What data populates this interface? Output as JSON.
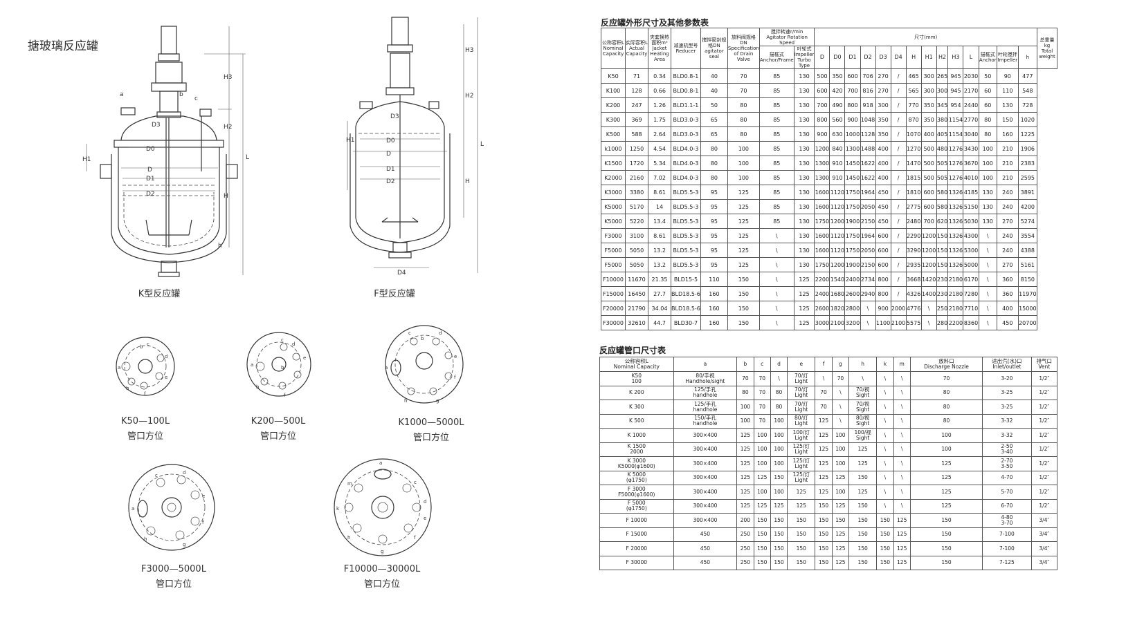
{
  "page_title": "搪玻璃反应罐",
  "drawings": {
    "k_type": {
      "caption": "K型反应罐",
      "labels": [
        "a",
        "b",
        "c",
        "D3",
        "D0",
        "D",
        "D1",
        "D2",
        "H1",
        "H2",
        "H3",
        "H",
        "L",
        "h"
      ]
    },
    "f_type": {
      "caption": "F型反应罐",
      "labels": [
        "D3",
        "D0",
        "D",
        "D1",
        "D2",
        "D4",
        "H1",
        "H2",
        "H3",
        "H",
        "L"
      ]
    }
  },
  "layouts": [
    {
      "name": "K50—100L",
      "sub": "管口方位",
      "letters": [
        "a",
        "b",
        "c",
        "d",
        "e",
        "f",
        "h"
      ]
    },
    {
      "name": "K200—500L",
      "sub": "管口方位",
      "letters": [
        "a",
        "b",
        "c",
        "d",
        "e",
        "f",
        "h"
      ]
    },
    {
      "name": "K1000—5000L",
      "sub": "管口方位",
      "letters": [
        "a",
        "b",
        "c",
        "d",
        "e",
        "f",
        "g",
        "h"
      ]
    },
    {
      "name": "F3000—5000L",
      "sub": "管口方位",
      "letters": [
        "a",
        "c",
        "d",
        "e",
        "f",
        "g",
        "h"
      ]
    },
    {
      "name": "F10000—30000L",
      "sub": "管口方位",
      "letters": [
        "m",
        "a",
        "c",
        "d",
        "e",
        "f",
        "g",
        "h",
        "k"
      ]
    }
  ],
  "table1": {
    "title": "反应罐外形尺寸及其他参数表",
    "headers": {
      "capacity": "公称容积L\nNominal Capacity",
      "actual": "实际容积L\nActual Capacity",
      "jacket": "夹套换热面积m²\nJacket Heating Area",
      "reducer": "减速机型号\nReducer",
      "seal": "搅拌密封规格DN\nagitator seal",
      "valve": "放料阀规格DN\nSpecification of Drain Valve",
      "speed": "搅拌转速r/min\nAgitator Rotation Speed",
      "anchor": "描框式\nAnchor/Frame",
      "turbine": "叶轮式\nImpeller Turbo Type",
      "dims": "尺寸(mm)",
      "weight": "总重量kg\nTotal weight",
      "dim_cols": [
        "D",
        "D0",
        "D1",
        "D2",
        "D3",
        "D4",
        "H",
        "H1",
        "H2",
        "H3",
        "L"
      ],
      "h_group": "h",
      "h_cols": [
        "描框式\nAnchor",
        "叶轮搅拌\nImpeller"
      ]
    },
    "rows": [
      [
        "K50",
        "71",
        "0.34",
        "BLD0.8-1",
        "40",
        "70",
        "85",
        "130",
        "500",
        "350",
        "600",
        "706",
        "270",
        "/",
        "465",
        "300",
        "265",
        "945",
        "2030",
        "50",
        "90",
        "477"
      ],
      [
        "K100",
        "128",
        "0.66",
        "BLD0.8-1",
        "40",
        "70",
        "85",
        "130",
        "600",
        "420",
        "700",
        "816",
        "270",
        "/",
        "565",
        "300",
        "300",
        "945",
        "2170",
        "60",
        "110",
        "548"
      ],
      [
        "K200",
        "247",
        "1.26",
        "BLD1.1-1",
        "50",
        "80",
        "85",
        "130",
        "700",
        "490",
        "800",
        "918",
        "300",
        "/",
        "770",
        "350",
        "345",
        "954",
        "2440",
        "60",
        "130",
        "728"
      ],
      [
        "K300",
        "369",
        "1.75",
        "BLD3.0-3",
        "65",
        "80",
        "85",
        "130",
        "800",
        "560",
        "900",
        "1048",
        "350",
        "/",
        "870",
        "350",
        "380",
        "1154",
        "2770",
        "80",
        "150",
        "1020"
      ],
      [
        "K500",
        "588",
        "2.64",
        "BLD3.0-3",
        "65",
        "80",
        "85",
        "130",
        "900",
        "630",
        "1000",
        "1128",
        "350",
        "/",
        "1070",
        "400",
        "405",
        "1154",
        "3040",
        "80",
        "160",
        "1225"
      ],
      [
        "k1000",
        "1250",
        "4.54",
        "BLD4.0-3",
        "80",
        "100",
        "85",
        "130",
        "1200",
        "840",
        "1300",
        "1488",
        "400",
        "/",
        "1270",
        "500",
        "480",
        "1276",
        "3430",
        "100",
        "210",
        "1906"
      ],
      [
        "K1500",
        "1720",
        "5.34",
        "BLD4.0-3",
        "80",
        "100",
        "85",
        "130",
        "1300",
        "910",
        "1450",
        "1622",
        "400",
        "/",
        "1470",
        "500",
        "505",
        "1276",
        "3670",
        "100",
        "210",
        "2383"
      ],
      [
        "K2000",
        "2160",
        "7.02",
        "BLD4.0-3",
        "80",
        "100",
        "85",
        "130",
        "1300",
        "910",
        "1450",
        "1622",
        "400",
        "/",
        "1815",
        "500",
        "505",
        "1276",
        "4010",
        "100",
        "210",
        "2595"
      ],
      [
        "K3000",
        "3380",
        "8.61",
        "BLD5.5-3",
        "95",
        "125",
        "85",
        "130",
        "1600",
        "1120",
        "1750",
        "1964",
        "450",
        "/",
        "1810",
        "600",
        "580",
        "1326",
        "4185",
        "130",
        "240",
        "3891"
      ],
      [
        "K5000",
        "5170",
        "14",
        "BLD5.5-3",
        "95",
        "125",
        "85",
        "130",
        "1600",
        "1120",
        "1750",
        "2050",
        "450",
        "/",
        "2775",
        "600",
        "580",
        "1326",
        "5150",
        "130",
        "240",
        "4200"
      ],
      [
        "K5000",
        "5220",
        "13.4",
        "BLD5.5-3",
        "95",
        "125",
        "85",
        "130",
        "1750",
        "1200",
        "1900",
        "2150",
        "450",
        "/",
        "2480",
        "700",
        "620",
        "1326",
        "5030",
        "130",
        "270",
        "5274"
      ],
      [
        "F3000",
        "3100",
        "8.61",
        "BLD5.5-3",
        "95",
        "125",
        "\\",
        "130",
        "1600",
        "1120",
        "1750",
        "1964",
        "600",
        "/",
        "2290",
        "1200",
        "150",
        "1326",
        "4300",
        "\\",
        "240",
        "3554"
      ],
      [
        "F5000",
        "5050",
        "13.2",
        "BLD5.5-3",
        "95",
        "125",
        "\\",
        "130",
        "1600",
        "1120",
        "1750",
        "2050",
        "600",
        "/",
        "3290",
        "1200",
        "150",
        "1326",
        "5300",
        "\\",
        "240",
        "4388"
      ],
      [
        "F5000",
        "5050",
        "13.2",
        "BLD5.5-3",
        "95",
        "125",
        "\\",
        "130",
        "1750",
        "1200",
        "1900",
        "2150",
        "600",
        "/",
        "2935",
        "1200",
        "150",
        "1326",
        "5000",
        "\\",
        "270",
        "5161"
      ],
      [
        "F10000",
        "11670",
        "21.35",
        "BLD15-5",
        "110",
        "150",
        "\\",
        "125",
        "2200",
        "1540",
        "2400",
        "2734",
        "800",
        "/",
        "3668",
        "1420",
        "230",
        "2180",
        "6170",
        "\\",
        "360",
        "8150"
      ],
      [
        "F15000",
        "16450",
        "27.7",
        "BLD18.5-6",
        "160",
        "150",
        "\\",
        "125",
        "2400",
        "1680",
        "2600",
        "2940",
        "800",
        "/",
        "4326",
        "1400",
        "230",
        "2180",
        "7280",
        "\\",
        "360",
        "11970"
      ],
      [
        "F20000",
        "21790",
        "34.04",
        "BLD18.5-6",
        "160",
        "150",
        "\\",
        "125",
        "2600",
        "1820",
        "2800",
        "\\",
        "900",
        "2000",
        "4776",
        "\\",
        "250",
        "2180",
        "7710",
        "\\",
        "400",
        "15000"
      ],
      [
        "F30000",
        "32610",
        "44.7",
        "BLD30-7",
        "160",
        "150",
        "\\",
        "125",
        "3000",
        "2100",
        "3200",
        "\\",
        "1100",
        "2100",
        "5575",
        "\\",
        "280",
        "2200",
        "8360",
        "\\",
        "450",
        "20700"
      ]
    ]
  },
  "table2": {
    "title": "反应罐管口尺寸表",
    "headers": [
      "公称容积L\nNominal Capacity",
      "a",
      "b",
      "c",
      "d",
      "e",
      "f",
      "g",
      "h",
      "k",
      "m",
      "放料口\nDischarge Nozzle",
      "进出汽(水)口\nInlet/outlet",
      "排气口\nVent"
    ],
    "rows": [
      [
        "K50\n100",
        "80/手视\nHandhole/sight",
        "70",
        "70",
        "\\",
        "70/灯\nLight",
        "\\",
        "70",
        "\\",
        "\\",
        "\\",
        "70",
        "3-20",
        "1/2″"
      ],
      [
        "K 200",
        "125/手孔\nhandhole",
        "80",
        "70",
        "80",
        "70/灯\nLight",
        "70",
        "\\",
        "70/视\nSight",
        "\\",
        "\\",
        "80",
        "3-25",
        "1/2″"
      ],
      [
        "K 300",
        "125/手孔\nhandhole",
        "100",
        "70",
        "80",
        "70/灯\nLight",
        "70",
        "\\",
        "70/视\nSight",
        "\\",
        "\\",
        "80",
        "3-25",
        "1/2″"
      ],
      [
        "K 500",
        "150/手孔\nhandhole",
        "100",
        "70",
        "100",
        "80/灯\nLight",
        "125",
        "\\",
        "80/视\nSight",
        "\\",
        "\\",
        "80",
        "3-32",
        "1/2″"
      ],
      [
        "K 1000",
        "300×400",
        "125",
        "100",
        "100",
        "100/灯\nLight",
        "125",
        "100",
        "100/视\nSight",
        "\\",
        "\\",
        "100",
        "3-32",
        "1/2″"
      ],
      [
        "K 1500\n2000",
        "300×400",
        "125",
        "100",
        "100",
        "125/灯\nLight",
        "125",
        "100",
        "125",
        "\\",
        "\\",
        "100",
        "2-50\n3-40",
        "1/2″"
      ],
      [
        "K 3000\nK5000(φ1600)",
        "300×400",
        "125",
        "100",
        "100",
        "125/灯\nLight",
        "125",
        "100",
        "125",
        "\\",
        "\\",
        "125",
        "2-70\n3-50",
        "1/2″"
      ],
      [
        "K 5000\n(φ1750)",
        "300×400",
        "125",
        "125",
        "150",
        "125/灯\nLight",
        "125",
        "125",
        "150",
        "\\",
        "\\",
        "125",
        "4-70",
        "1/2″"
      ],
      [
        "F 3000\nF5000(φ1600)",
        "300×400",
        "125",
        "100",
        "100",
        "125",
        "125",
        "100",
        "125",
        "\\",
        "\\",
        "125",
        "5-70",
        "1/2″"
      ],
      [
        "F 5000\n(φ1750)",
        "300×400",
        "125",
        "125",
        "125",
        "125",
        "150",
        "125",
        "150",
        "\\",
        "\\",
        "125",
        "6-70",
        "1/2″"
      ],
      [
        "F 10000",
        "300×400",
        "200",
        "150",
        "150",
        "150",
        "150",
        "150",
        "150",
        "150",
        "125",
        "150",
        "4-80\n3-70",
        "3/4″"
      ],
      [
        "F 15000",
        "450",
        "250",
        "150",
        "150",
        "150",
        "150",
        "125",
        "150",
        "150",
        "125",
        "150",
        "7-100",
        "3/4″"
      ],
      [
        "F 20000",
        "450",
        "250",
        "150",
        "150",
        "150",
        "150",
        "125",
        "150",
        "150",
        "125",
        "150",
        "7-100",
        "3/4″"
      ],
      [
        "F 30000",
        "450",
        "250",
        "150",
        "150",
        "150",
        "150",
        "125",
        "150",
        "150",
        "125",
        "150",
        "7-125",
        "3/4″"
      ]
    ]
  }
}
